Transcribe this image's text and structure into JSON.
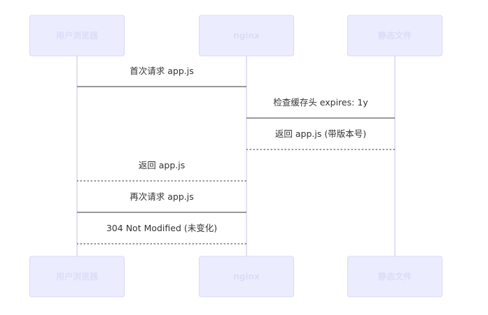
{
  "participants": [
    {
      "id": "browser",
      "label": "用户浏览器"
    },
    {
      "id": "nginx",
      "label": "nginx"
    },
    {
      "id": "static",
      "label": "静态文件"
    }
  ],
  "messages": [
    {
      "from": "browser",
      "to": "nginx",
      "label": "首次请求 app.js",
      "style": "solid"
    },
    {
      "from": "nginx",
      "to": "static",
      "label": "检查缓存头 expires: 1y",
      "style": "solid"
    },
    {
      "from": "static",
      "to": "nginx",
      "label": "返回 app.js (带版本号)",
      "style": "dashed"
    },
    {
      "from": "nginx",
      "to": "browser",
      "label": "返回 app.js",
      "style": "dashed"
    },
    {
      "from": "browser",
      "to": "nginx",
      "label": "再次请求 app.js",
      "style": "solid"
    },
    {
      "from": "nginx",
      "to": "browser",
      "label": "304 Not Modified (未变化)",
      "style": "dashed"
    }
  ]
}
